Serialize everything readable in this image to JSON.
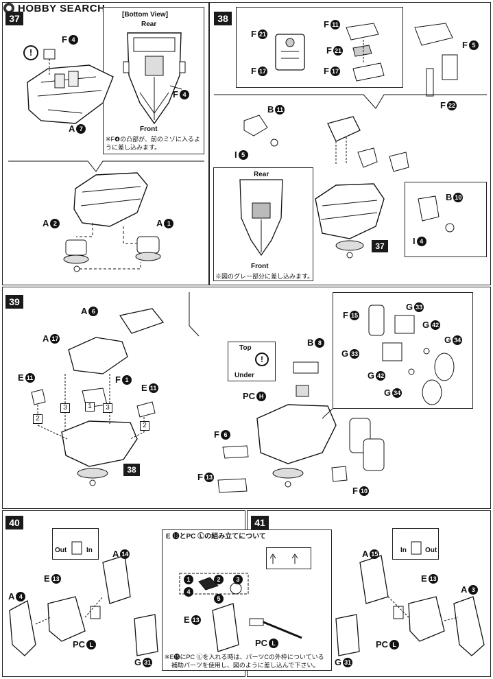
{
  "header": {
    "logo_text": "HOBBY SEARCH"
  },
  "step37": {
    "number": "37",
    "bottom_view_title": "[Bottom View]",
    "rear": "Rear",
    "front": "Front",
    "note": "※F❹の凸部が、前のミゾに入るように差し込みます。",
    "labels": {
      "f4a": "F",
      "f4b": "F",
      "a7": "A",
      "a2": "A",
      "a1": "A"
    },
    "nums": {
      "f4a": "4",
      "f4b": "4",
      "a7": "7",
      "a2": "2",
      "a1": "1"
    }
  },
  "step38": {
    "number": "38",
    "rear": "Rear",
    "front": "Front",
    "note": "※図のグレー部分に差し込みます。",
    "ref_step": "37",
    "labels": {
      "f21a": "F",
      "f17a": "F",
      "f11": "F",
      "f21b": "F",
      "f17b": "F",
      "f5": "F",
      "f22": "F",
      "b11": "B",
      "i5": "I",
      "b10": "B",
      "i4": "I"
    },
    "nums": {
      "f21a": "21",
      "f17a": "17",
      "f11": "11",
      "f21b": "21",
      "f17b": "17",
      "f5": "5",
      "f22": "22",
      "b11": "11",
      "i5": "5",
      "b10": "10",
      "i4": "4"
    }
  },
  "step39": {
    "number": "39",
    "ref_step": "38",
    "top": "Top",
    "under": "Under",
    "labels": {
      "a6": "A",
      "a17": "A",
      "e11a": "E",
      "f1": "F",
      "e11b": "E",
      "b8": "B",
      "pch": "PC",
      "f6": "F",
      "f13": "F",
      "f10": "F",
      "f15": "F",
      "g33a": "G",
      "g42a": "G",
      "g34a": "G",
      "g33b": "G",
      "g42b": "G",
      "g34b": "G"
    },
    "nums": {
      "a6": "6",
      "a17": "17",
      "e11a": "11",
      "f1": "1",
      "e11b": "11",
      "b8": "8",
      "pch": "H",
      "f6": "6",
      "f13": "13",
      "f10": "10",
      "f15": "15",
      "g33a": "33",
      "g42a": "42",
      "g34a": "34",
      "g33b": "33",
      "g42b": "42",
      "g34b": "34"
    },
    "squares": [
      "1",
      "2",
      "3",
      "3",
      "2"
    ]
  },
  "step40": {
    "number": "40",
    "out": "Out",
    "in": "In",
    "labels": {
      "a4": "A",
      "e13": "E",
      "a14": "A",
      "pcl": "PC",
      "g31": "G"
    },
    "nums": {
      "a4": "4",
      "e13": "13",
      "a14": "14",
      "pcl": "L",
      "g31": "31"
    }
  },
  "center_box": {
    "title": "E ⓭とPC Ⓛの組み立てについて",
    "labels": {
      "e13": "E",
      "pcl": "PC"
    },
    "nums": {
      "e13": "13",
      "pcl": "L",
      "n1": "1",
      "n2": "2",
      "n3": "3",
      "n4": "4",
      "n5": "5"
    },
    "note_line1": "※E⓭にPC Ⓛを入れる時は、パーツCの外枠についている",
    "note_line2": "補助パーツを使用し、図のように差し込んで下さい。"
  },
  "step41": {
    "number": "41",
    "in": "In",
    "out": "Out",
    "labels": {
      "a15": "A",
      "e13": "E",
      "a3": "A",
      "pcl": "PC",
      "g31": "G"
    },
    "nums": {
      "a15": "15",
      "e13": "13",
      "a3": "3",
      "pcl": "L",
      "g31": "31"
    }
  }
}
